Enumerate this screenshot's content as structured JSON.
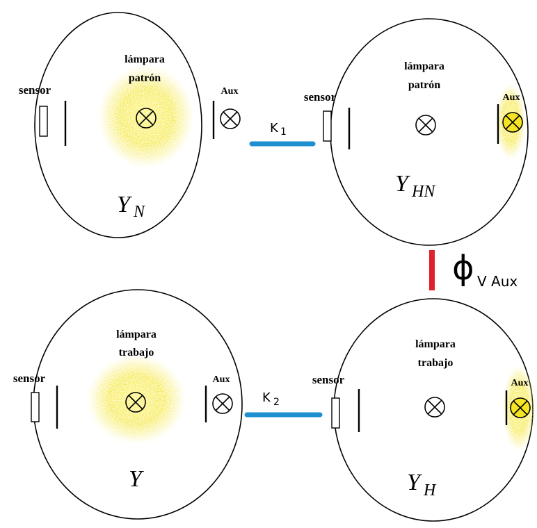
{
  "colors": {
    "glow": "#f3e21a",
    "glow_core": "#fff24a",
    "k_link": "#1e90d2",
    "phi_link": "#e0202a",
    "ink": "#000000"
  },
  "labels": {
    "sensor": "sensor",
    "aux": "Aux",
    "lamp_line1": "lámpara",
    "lamp_patron": "patrón",
    "lamp_trabajo": "trabajo"
  },
  "spheres": {
    "yn": {
      "symbol": "Y",
      "subscript": "N"
    },
    "yhn": {
      "symbol": "Y",
      "subscript": "HN"
    },
    "y": {
      "symbol": "Y",
      "subscript": ""
    },
    "yh": {
      "symbol": "Y",
      "subscript": "H"
    }
  },
  "links": {
    "k1": {
      "letter": "K",
      "subscript": "1"
    },
    "k2": {
      "letter": "K",
      "subscript": "2"
    },
    "phi": {
      "symbol": "ϕ",
      "subscript": "V Aux"
    }
  },
  "icons": {
    "lamp": "crossed-circle-lamp-icon",
    "sensor": "sensor-rect-icon"
  }
}
